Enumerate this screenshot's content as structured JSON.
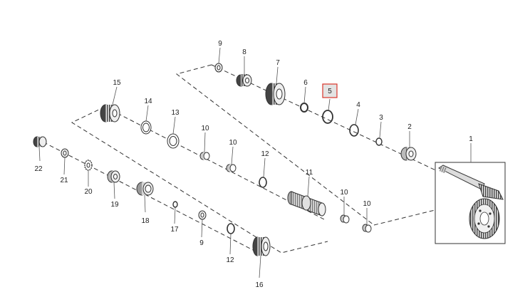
{
  "diagram": {
    "highlight_color": "#d9352b",
    "highlighted_part": "5",
    "callouts": {
      "p1": "1",
      "p2": "2",
      "p3": "3",
      "p4": "4",
      "p5": "5",
      "p6": "6",
      "p7": "7",
      "p8": "8",
      "p9a": "9",
      "p9b": "9",
      "p10a": "10",
      "p10b": "10",
      "p10c": "10",
      "p10d": "10",
      "p11": "11",
      "p12a": "12",
      "p12b": "12",
      "p13": "13",
      "p14": "14",
      "p15": "15",
      "p16": "16",
      "p17": "17",
      "p18": "18",
      "p19": "19",
      "p20": "20",
      "p21": "21",
      "p22": "22"
    }
  }
}
